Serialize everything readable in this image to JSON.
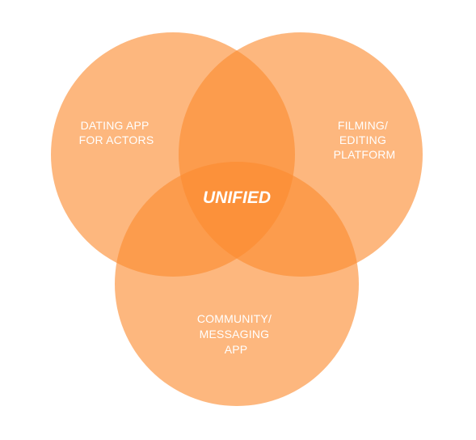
{
  "diagram": {
    "type": "venn",
    "colors": {
      "circle_fill": "#fb8a2e",
      "label_text": "#ffffff"
    },
    "sets": [
      {
        "id": "dating",
        "lines": [
          "DATING APP",
          "FOR ACTORS"
        ]
      },
      {
        "id": "filming",
        "lines": [
          "FILMING/",
          "EDITING",
          "PLATFORM"
        ]
      },
      {
        "id": "community",
        "lines": [
          "COMMUNITY/",
          "MESSAGING",
          "APP"
        ]
      }
    ],
    "intersection_label": "UNIFIED"
  }
}
